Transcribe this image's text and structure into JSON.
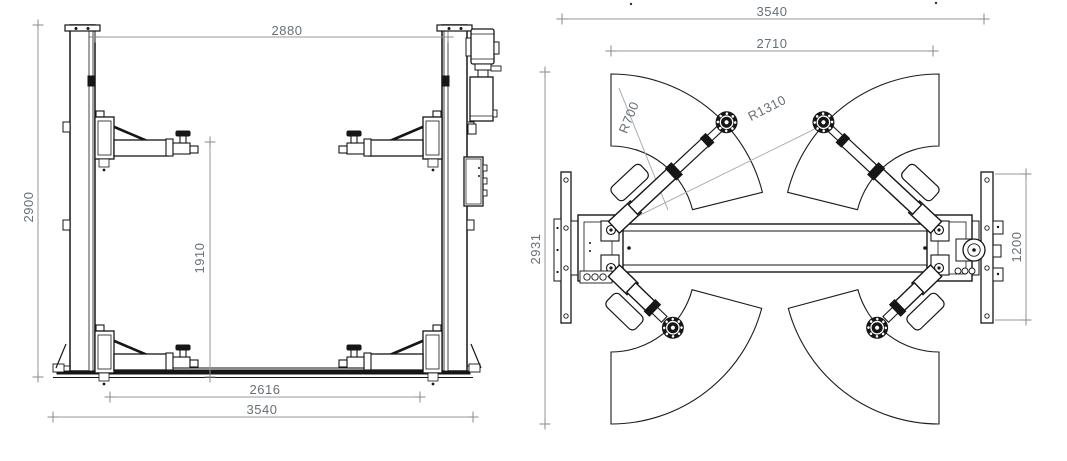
{
  "colors": {
    "background": "#ffffff",
    "drawing_line": "#161616",
    "dimension_line": "#9a9a9a",
    "dimension_text": "#667077"
  },
  "front_view": {
    "dims": {
      "columns_clear_width": "2880",
      "overall_height": "2900",
      "lifting_height": "1910",
      "base_inner_width": "2616",
      "overall_width": "3540"
    }
  },
  "plan_view": {
    "dims": {
      "overall_width": "3540",
      "clear_width": "2710",
      "overall_depth": "2931",
      "column_base_length": "1200",
      "arm_reach_min": "R700",
      "arm_reach_max": "R1310"
    }
  }
}
